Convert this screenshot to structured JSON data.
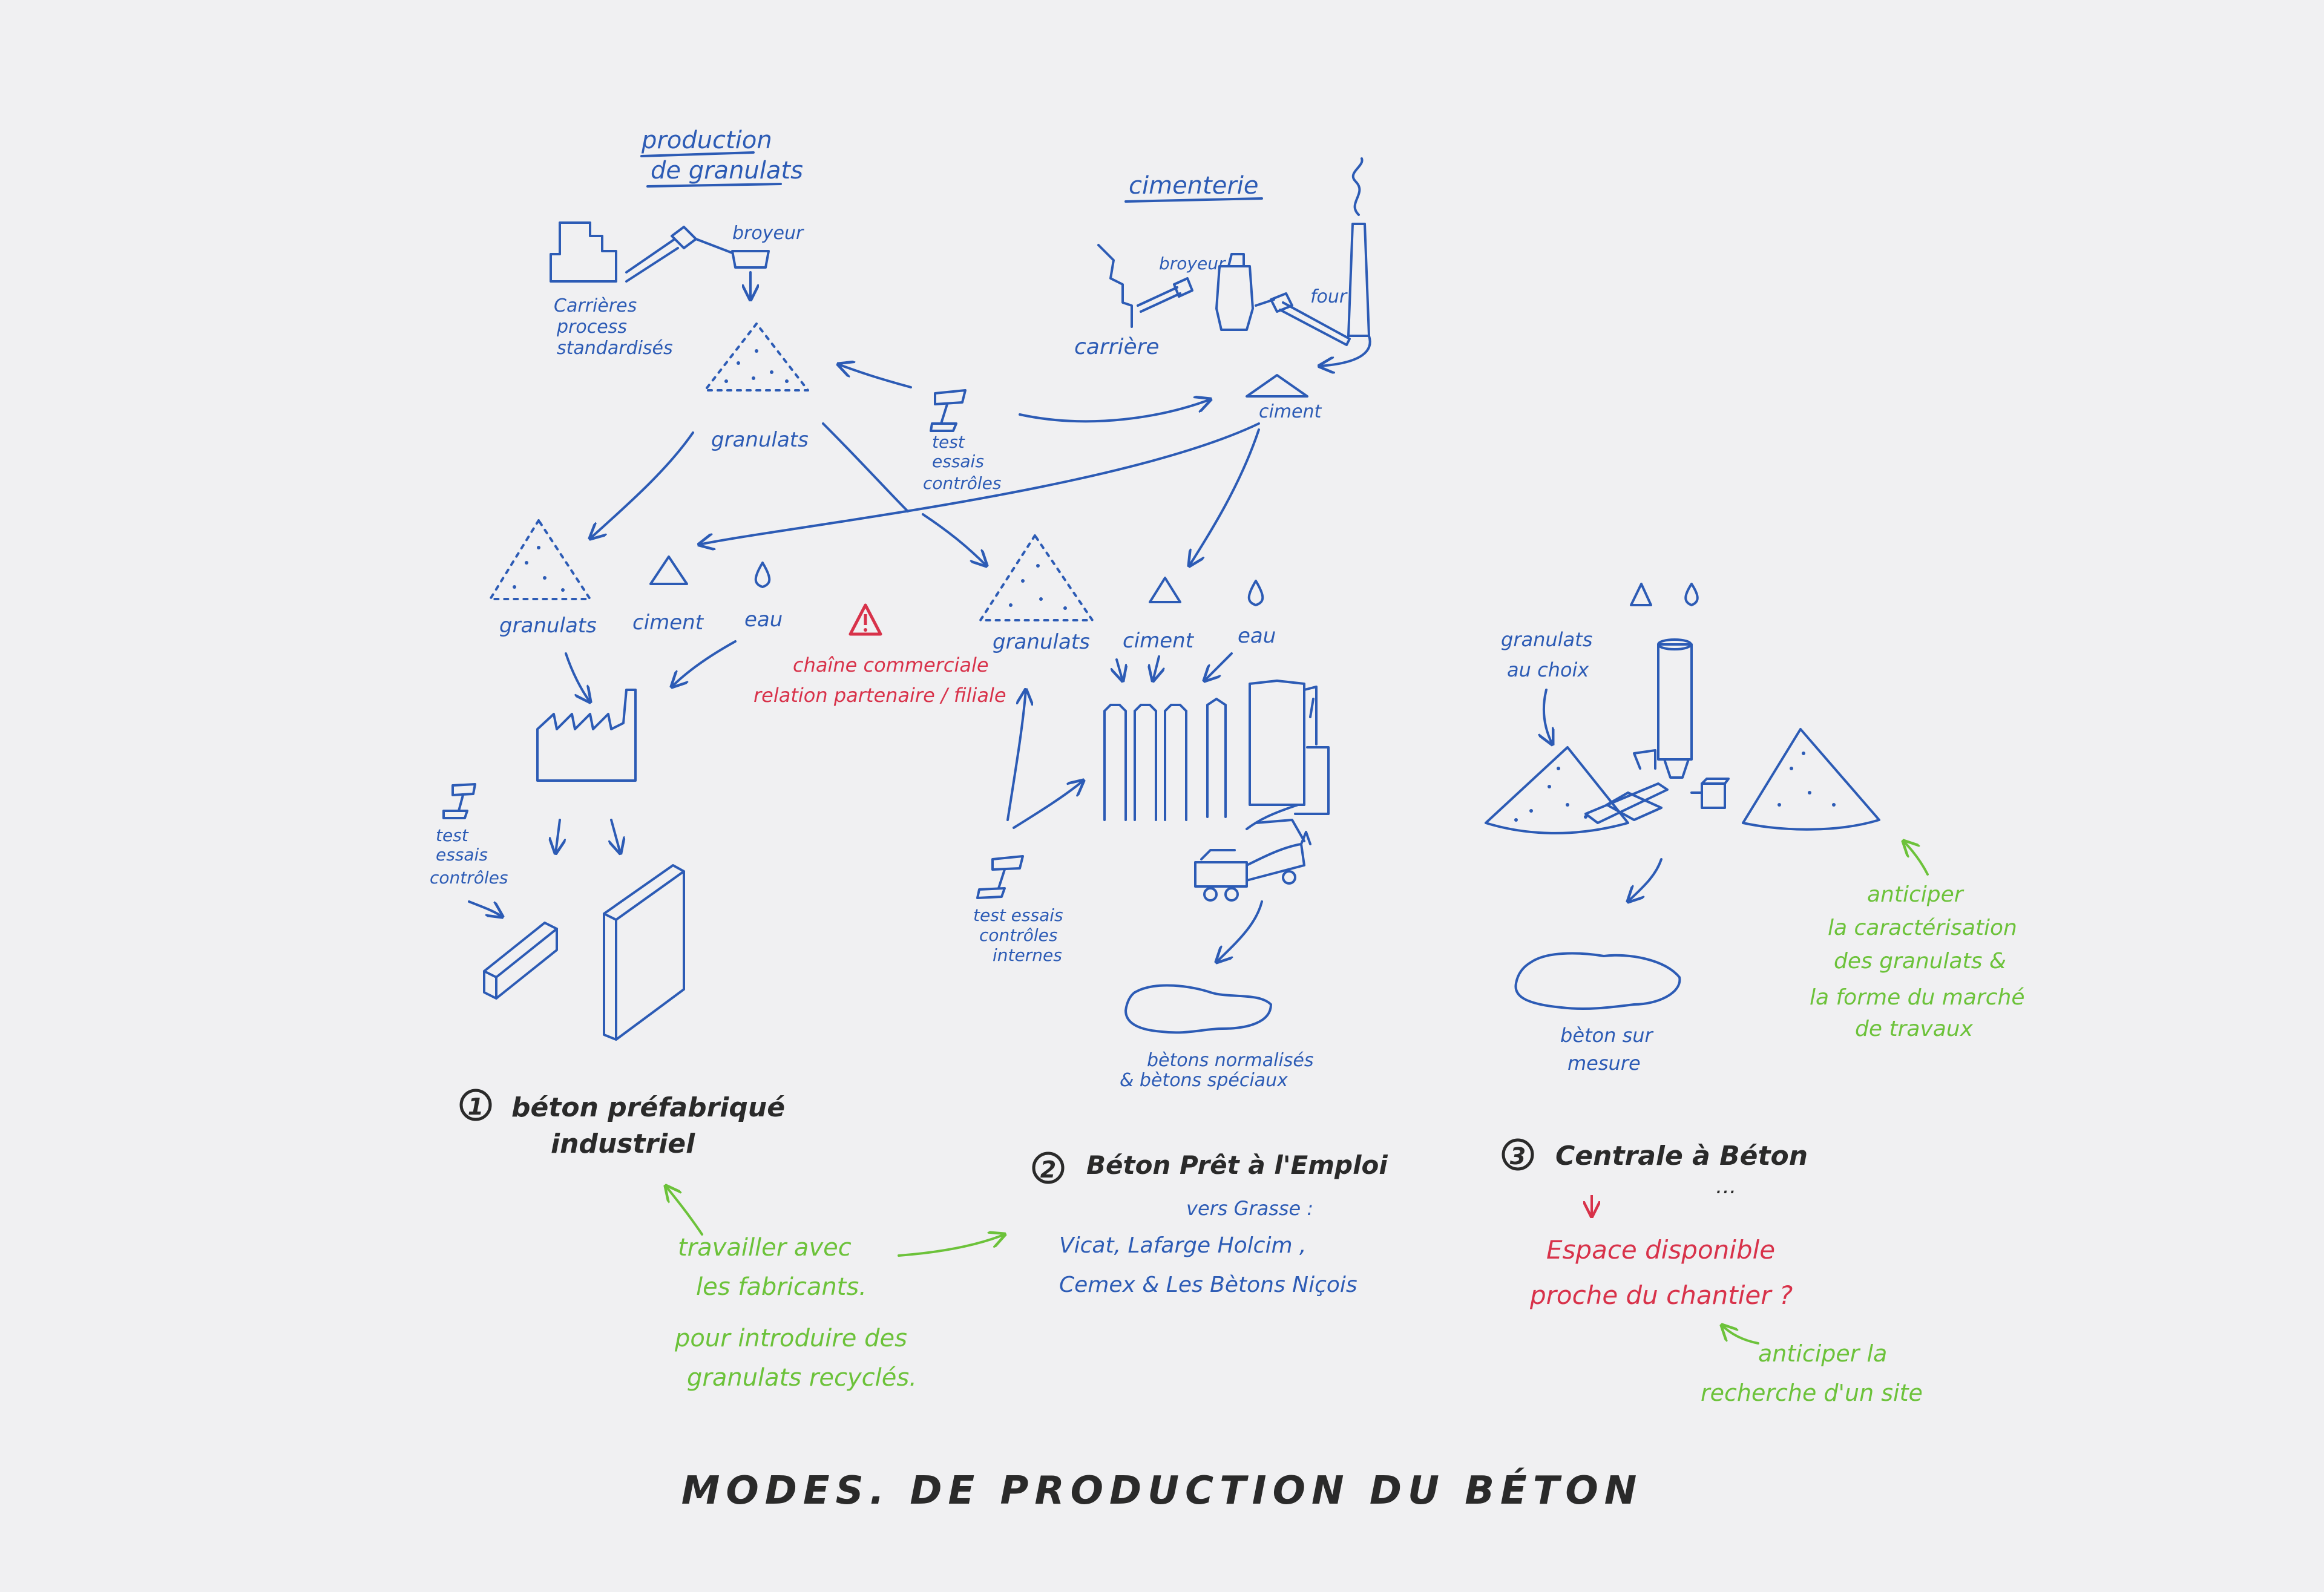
{
  "title": "MODES. DE PRODUCTION DU BÉTON",
  "colors": {
    "background": "#f0f0f2",
    "blue": "#2c5bb5",
    "green": "#6cc23a",
    "red": "#d8324a",
    "black": "#2a2a2a"
  },
  "supply": {
    "granulats_production": {
      "title_line1": "production",
      "title_line2": "de granulats",
      "broyeur": "broyeur",
      "carrieres_l1": "Carrières",
      "carrieres_l2": "process",
      "carrieres_l3": "standardisés",
      "granulats": "granulats"
    },
    "cimenterie": {
      "title": "cimenterie",
      "broyeur": "broyeur",
      "four": "four",
      "carriere": "carrière",
      "ciment": "ciment"
    },
    "tests": {
      "l1": "test",
      "l2": "essais",
      "l3": "contrôles"
    }
  },
  "mode1": {
    "number": "1",
    "title_l1": "béton préfabriqué",
    "title_l2": "industriel",
    "granulats": "granulats",
    "ciment": "ciment",
    "eau": "eau",
    "test_l1": "test",
    "test_l2": "essais",
    "test_l3": "contrôles"
  },
  "warning": {
    "l1": "chaîne commerciale",
    "l2": "relation partenaire / filiale"
  },
  "mode2": {
    "number": "2",
    "title": "Béton Prêt à l'Emploi",
    "granulats": "granulats",
    "ciment": "ciment",
    "eau": "eau",
    "test_l1": "test essais",
    "test_l2": "contrôles",
    "test_l3": "internes",
    "output_l1": "bètons normalisés",
    "output_l2": "& bètons spéciaux",
    "vers_grasse": "vers Grasse :",
    "companies_l1": "Vicat, Lafarge Holcim ,",
    "companies_l2": "Cemex & Les Bètons Niçois"
  },
  "mode3": {
    "number": "3",
    "title": "Centrale à Béton",
    "dots": "...",
    "granulats_l1": "granulats",
    "granulats_l2": "au choix",
    "output_l1": "bèton sur",
    "output_l2": "mesure",
    "question_l1": "Espace disponible",
    "question_l2": "proche du chantier ?"
  },
  "notes": {
    "travailler_l1": "travailler avec",
    "travailler_l2": "les fabricants.",
    "travailler_l3": "pour introduire des",
    "travailler_l4": "granulats recyclés.",
    "anticiper1_l1": "anticiper",
    "anticiper1_l2": "la caractérisation",
    "anticiper1_l3": "des granulats &",
    "anticiper1_l4": "la forme du marché",
    "anticiper1_l5": "de travaux",
    "anticiper2_l1": "anticiper la",
    "anticiper2_l2": "recherche d'un site"
  }
}
